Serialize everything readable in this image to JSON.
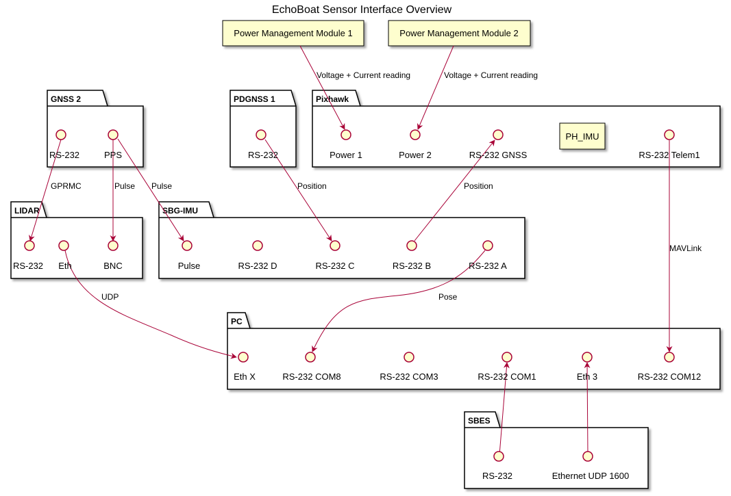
{
  "title": "EchoBoat Sensor Interface Overview",
  "packages": {
    "gnss2": "GNSS 2",
    "pdgnss1": "PDGNSS 1",
    "pixhawk": "Pixhawk",
    "lidar": "LIDAR",
    "sbg_imu": "SBG-IMU",
    "pc": "PC",
    "sbes": "SBES"
  },
  "nodes": {
    "pmm1": "Power Management Module 1",
    "pmm2": "Power Management Module 2",
    "ph_imu": "PH_IMU"
  },
  "interfaces": {
    "gnss2_rs232": "RS-232",
    "gnss2_pps": "PPS",
    "pdgnss1_rs232": "RS-232",
    "pix_power1": "Power 1",
    "pix_power2": "Power 2",
    "pix_rs232_gnss": "RS-232 GNSS",
    "pix_rs232_telem1": "RS-232 Telem1",
    "lidar_rs232": "RS-232",
    "lidar_eth": "Eth",
    "lidar_bnc": "BNC",
    "sbg_pulse": "Pulse",
    "sbg_rs232d": "RS-232 D",
    "sbg_rs232c": "RS-232 C",
    "sbg_rs232b": "RS-232 B",
    "sbg_rs232a": "RS-232 A",
    "pc_ethx": "Eth X",
    "pc_com8": "RS-232 COM8",
    "pc_com3": "RS-232 COM3",
    "pc_com1": "RS-232 COM1",
    "pc_eth3": "Eth 3",
    "pc_com12": "RS-232 COM12",
    "sbes_rs232": "RS-232",
    "sbes_eth": "Ethernet UDP 1600"
  },
  "edges": {
    "pmm1_power1": "Voltage + Current reading",
    "pmm2_power2": "Voltage + Current reading",
    "gprmc": "GPRMC",
    "pulse_bnc": "Pulse",
    "pulse_sbg": "Pulse",
    "position_c": "Position",
    "position_gnss": "Position",
    "mavlink": "MAVLink",
    "udp": "UDP",
    "pose": "Pose"
  },
  "colors": {
    "interface_fill": "#FEFECE",
    "edge": "#A80036",
    "node_fill": "#FEFECE"
  }
}
